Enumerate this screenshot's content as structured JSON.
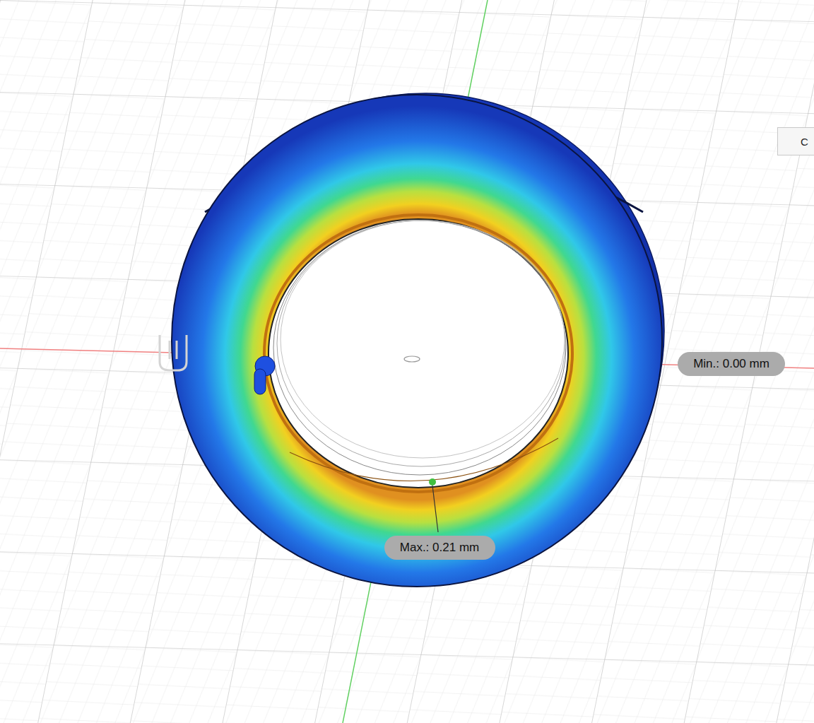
{
  "diagram": {
    "nodes": [
      {
        "text": [
          "Min.: 0.00 mm"
        ]
      },
      {
        "text": [
          "Max.: 0.21 mm"
        ]
      },
      {
        "text": [
          "C"
        ]
      }
    ]
  }
}
